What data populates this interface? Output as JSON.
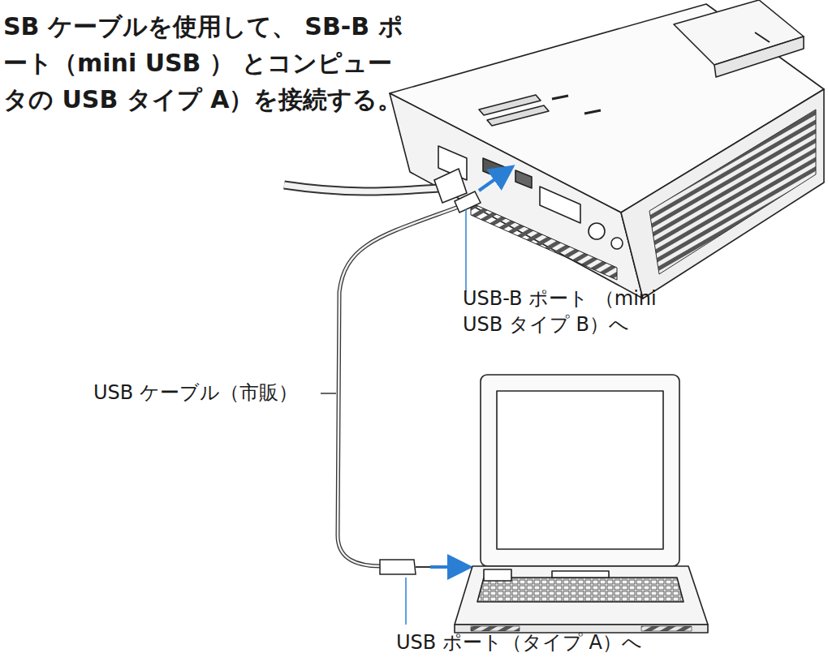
{
  "diagram": {
    "labels": [
      "SB ケーブルを使用して、 SB-B ポート（mini USB ） とコンピュータの USB タイプ A）を接続する。",
      "USB-B ポート （mini USB タイプ B）へ",
      "USB ケーブル（市販）",
      "USB ポート（タイプ A）へ"
    ]
  }
}
